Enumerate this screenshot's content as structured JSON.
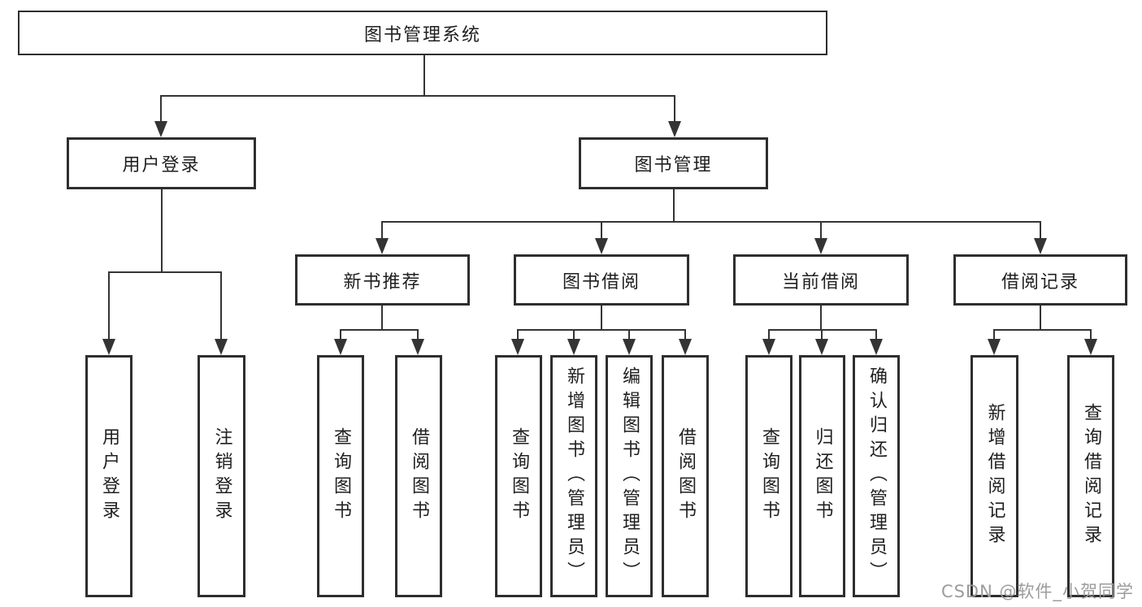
{
  "diagram": {
    "title": "图书管理系统",
    "level2": {
      "user_login": {
        "label": "用户登录",
        "children": [
          "用户登录",
          "注销登录"
        ]
      },
      "book_mgmt": {
        "label": "图书管理"
      }
    },
    "level3": {
      "new_book_rec": {
        "label": "新书推荐",
        "children": [
          "查询图书",
          "借阅图书"
        ]
      },
      "book_borrow": {
        "label": "图书借阅",
        "children": [
          "查询图书",
          "新增图书（管理员）",
          "编辑图书（管理员）",
          "借阅图书"
        ]
      },
      "current_borrow": {
        "label": "当前借阅",
        "children": [
          "查询图书",
          "归还图书",
          "确认归还（管理员）"
        ]
      },
      "borrow_records": {
        "label": "借阅记录",
        "children": [
          "新增借阅记录",
          "查询借阅记录"
        ]
      }
    }
  },
  "watermark": {
    "text": "CSDN @软件_小贺同学"
  },
  "colors": {
    "line": "#343434",
    "box_border": "#2e2e2e",
    "box_background": "#ffffff",
    "text": "#1f1f1f",
    "watermark": "#9c9c9c"
  }
}
